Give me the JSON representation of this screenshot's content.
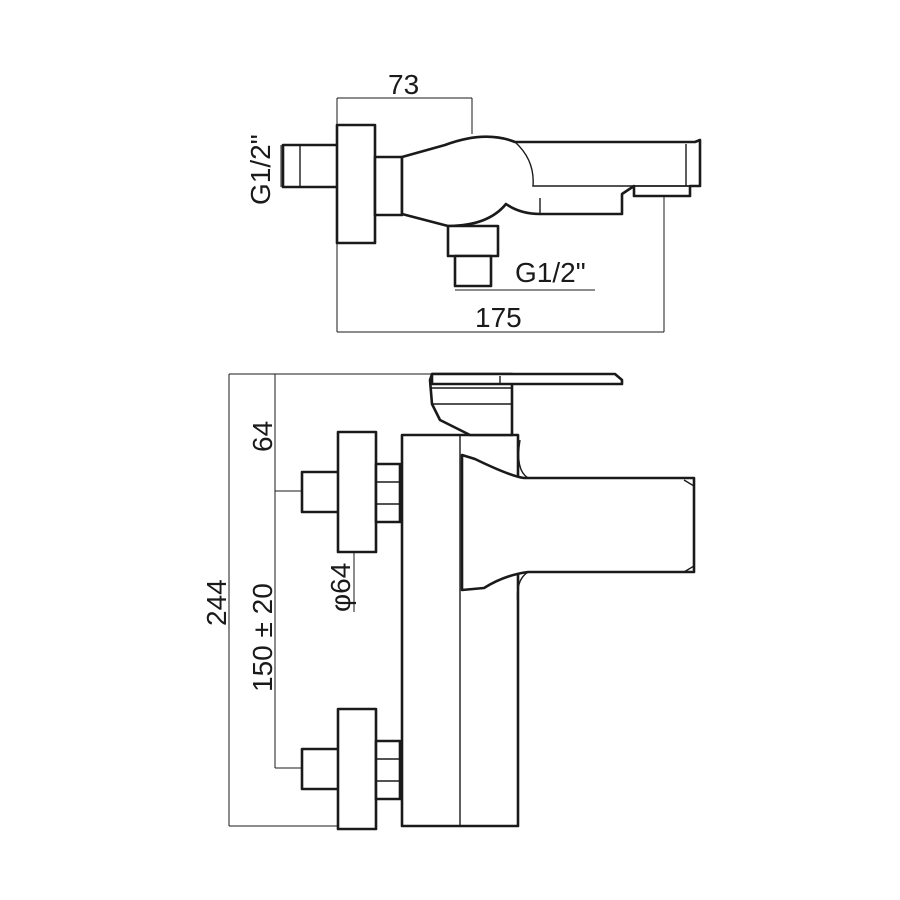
{
  "top_view": {
    "dim_width_top": "73",
    "dim_wall_thread": "G1/2\"",
    "dim_inlet_thread": "G1/2\"",
    "dim_projection": "175"
  },
  "front_view": {
    "dim_upper": "64",
    "dim_rosette": "φ64",
    "dim_total_height": "244",
    "dim_centres": "150 ± 20"
  },
  "colors": {
    "stroke": "#1a1a1a",
    "background": "#ffffff"
  }
}
